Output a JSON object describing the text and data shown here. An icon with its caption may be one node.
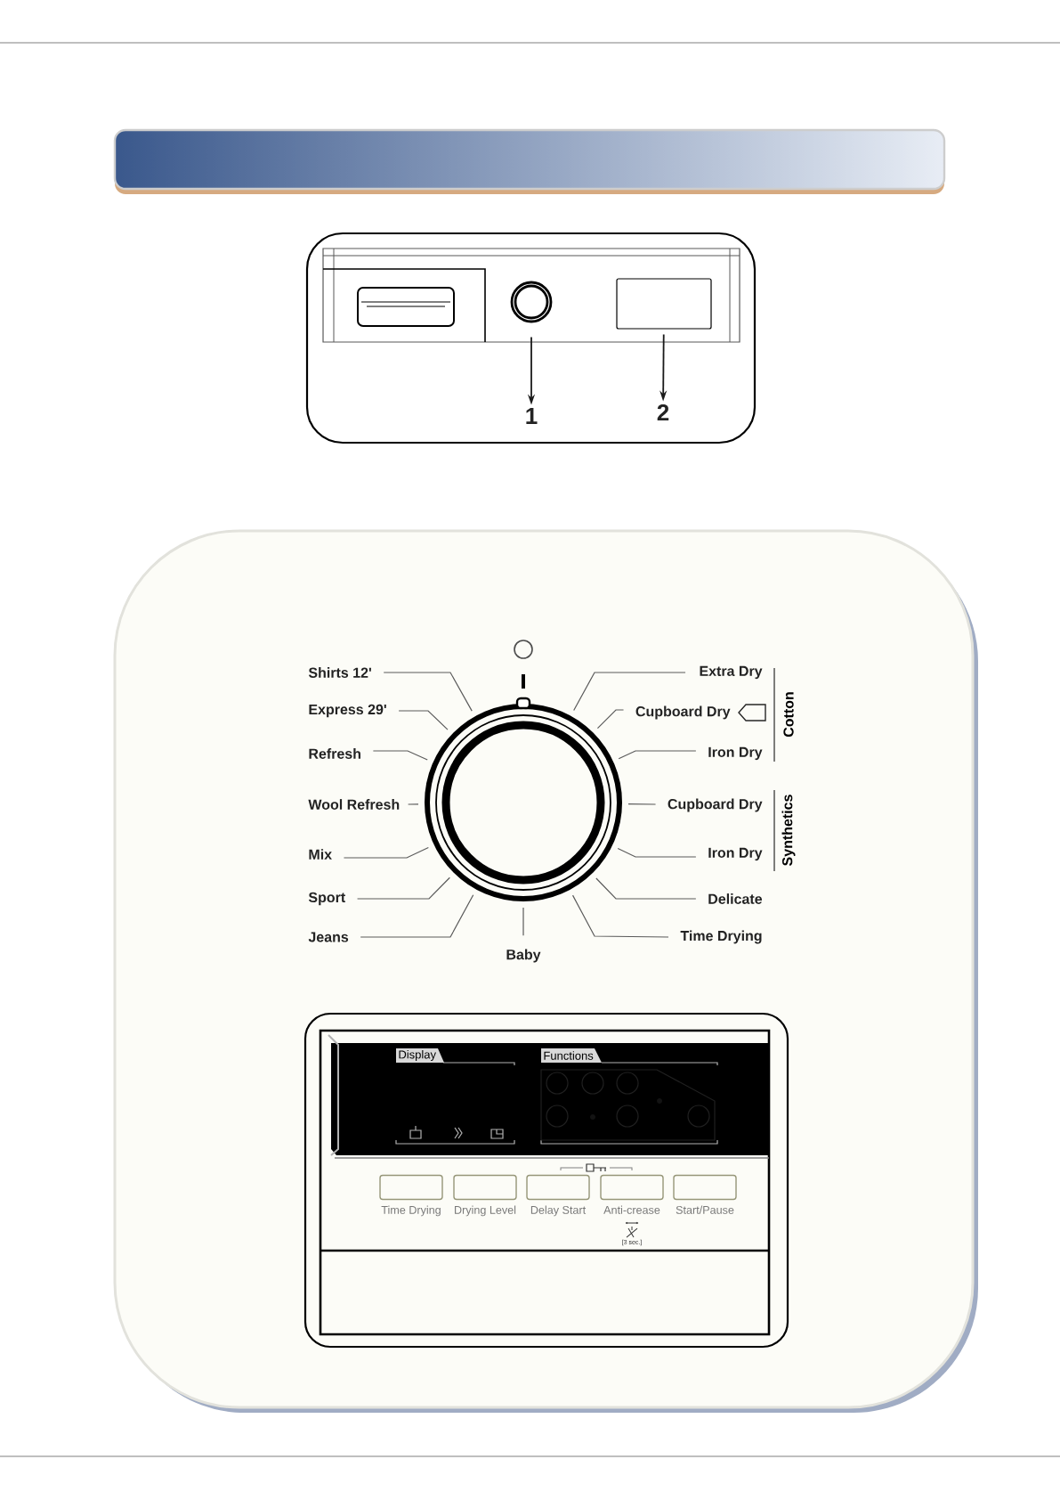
{
  "diagram": {
    "nodes": [
      {
        "text": [],
        "shape": "circle"
      },
      {
        "text": [],
        "shape": "box"
      },
      {
        "text": [
          "1"
        ]
      },
      {
        "text": [
          "2"
        ]
      },
      {
        "text": [
          "Shirts 12'"
        ]
      },
      {
        "text": [
          "Extra Dry"
        ]
      },
      {
        "text": [
          "Express 29'"
        ]
      },
      {
        "text": [
          "Cupboard Dry"
        ]
      },
      {
        "text": [
          "Refresh"
        ]
      },
      {
        "text": [
          "Iron Dry"
        ]
      },
      {
        "text": [
          "Wool Refresh"
        ]
      },
      {
        "text": [
          "Cupboard Dry"
        ]
      },
      {
        "text": [
          "Mix"
        ]
      },
      {
        "text": [
          "Iron Dry"
        ]
      },
      {
        "text": [
          "Sport"
        ]
      },
      {
        "text": [
          "Delicate"
        ]
      },
      {
        "text": [
          "Jeans"
        ]
      },
      {
        "text": [
          "Time Drying"
        ]
      },
      {
        "text": [
          "Baby"
        ]
      },
      {
        "text": [
          "Time Drying"
        ]
      },
      {
        "text": [
          "Drying Level"
        ]
      },
      {
        "text": [
          "Delay Start"
        ]
      },
      {
        "text": [
          "Anti-crease"
        ]
      },
      {
        "text": [
          "Start/Pause"
        ]
      },
      {
        "text": [],
        "shape": "circle"
      }
    ],
    "edges": [
      {
        "from": 0,
        "to": 2,
        "arrow": "to",
        "color": "#1a1a1a"
      },
      {
        "from": 1,
        "to": 3,
        "arrow": "to",
        "color": "#1a1a1a"
      },
      {
        "from": 4,
        "to": 24,
        "arrow": "none"
      },
      {
        "from": 5,
        "to": 24,
        "arrow": "none"
      },
      {
        "from": 6,
        "to": 24,
        "arrow": "none"
      },
      {
        "from": 7,
        "to": 24,
        "arrow": "none"
      },
      {
        "from": 8,
        "to": 24,
        "arrow": "none"
      },
      {
        "from": 9,
        "to": 24,
        "arrow": "none"
      },
      {
        "from": 10,
        "to": 24,
        "arrow": "none"
      },
      {
        "from": 11,
        "to": 24,
        "arrow": "none"
      },
      {
        "from": 12,
        "to": 24,
        "arrow": "none"
      },
      {
        "from": 13,
        "to": 24,
        "arrow": "none"
      },
      {
        "from": 14,
        "to": 24,
        "arrow": "none"
      },
      {
        "from": 15,
        "to": 24,
        "arrow": "none"
      },
      {
        "from": 16,
        "to": 24,
        "arrow": "none"
      },
      {
        "from": 17,
        "to": 24,
        "arrow": "none"
      },
      {
        "from": 18,
        "to": 24,
        "arrow": "none"
      }
    ],
    "labels": [
      "Cotton",
      "Synthetics",
      "Display",
      "Functions",
      "[3 sec.]"
    ]
  }
}
